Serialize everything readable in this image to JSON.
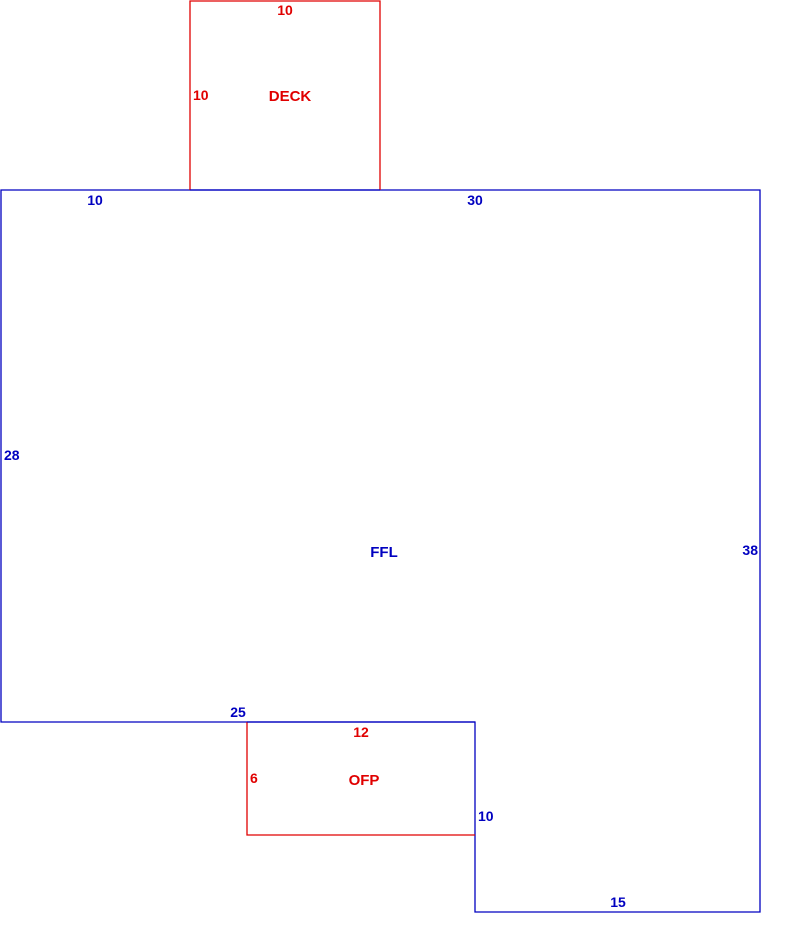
{
  "colors": {
    "main": "#0000c0",
    "addition": "#e00000"
  },
  "ffl": {
    "name": "FFL",
    "dims": {
      "top_left": "10",
      "top_right": "30",
      "left": "28",
      "right": "38",
      "step_bottom": "25",
      "step_side": "10",
      "bottom": "15"
    }
  },
  "deck": {
    "name": "DECK",
    "dims": {
      "top": "10",
      "left": "10"
    }
  },
  "ofp": {
    "name": "OFP",
    "dims": {
      "top": "12",
      "left": "6"
    }
  }
}
